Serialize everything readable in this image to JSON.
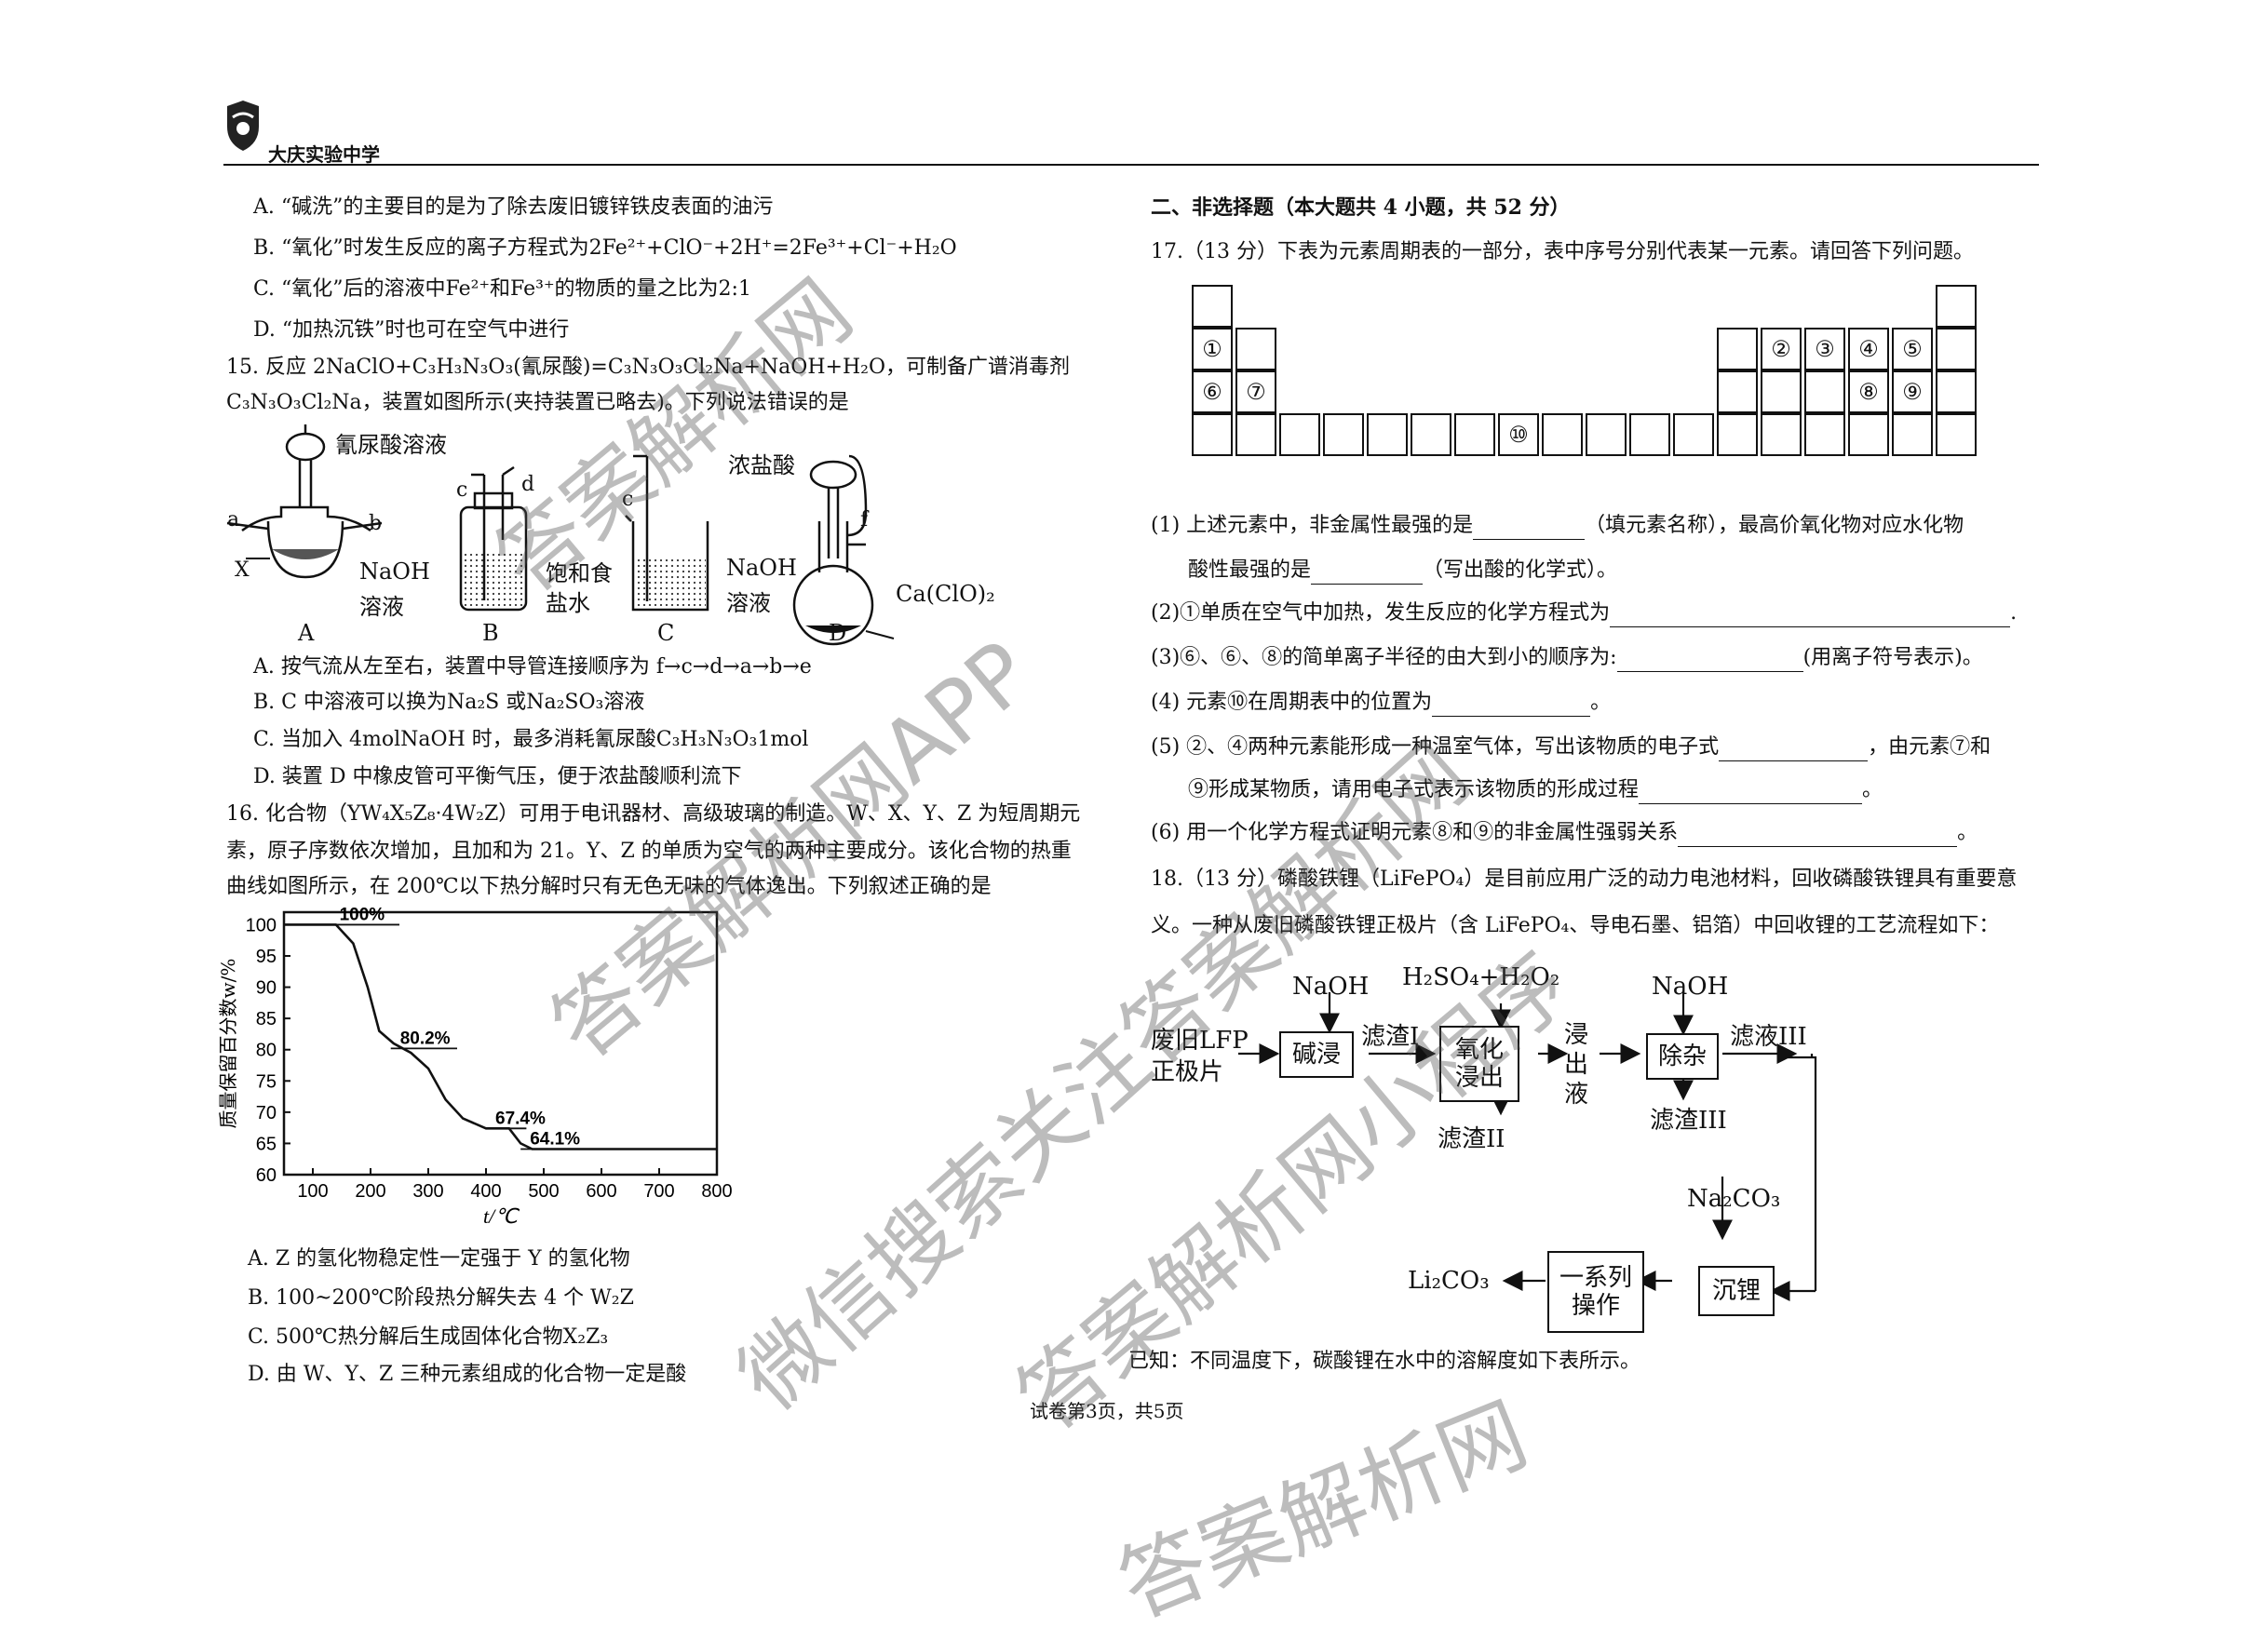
{
  "header": {
    "school": "大庆实验中学"
  },
  "left": {
    "q14_options": [
      "A. “碱洗”的主要目的是为了除去废旧镀锌铁皮表面的油污",
      "B. “氧化”时发生反应的离子方程式为2Fe²⁺+ClO⁻+2H⁺=2Fe³⁺+Cl⁻+H₂O",
      "C. “氧化”后的溶液中Fe²⁺和Fe³⁺的物质的量之比为2:1",
      "D. “加热沉铁”时也可在空气中进行"
    ],
    "q15_stem_1": "15. 反应 2NaClO+C₃H₃N₃O₃(氰尿酸)=C₃N₃O₃Cl₂Na+NaOH+H₂O，可制备广谱消毒剂",
    "q15_stem_2": "C₃N₃O₃Cl₂Na，装置如图所示(夹持装置已略去)。下列说法错误的是",
    "apparatus": {
      "A_label": "A",
      "B_label": "B",
      "C_label": "C",
      "D_label": "D",
      "cyan": "氰尿酸溶液",
      "naoh1": "NaOH",
      "naoh1b": "溶液",
      "a": "a",
      "b": "b",
      "x": "X",
      "c1": "c",
      "d1": "d",
      "brine1": "饱和食",
      "brine2": "盐水",
      "c2": "c",
      "naoh2": "NaOH",
      "naoh2b": "溶液",
      "hcl": "浓盐酸",
      "f": "f",
      "caclo": "Ca(ClO)₂"
    },
    "q15_options": [
      "A. 按气流从左至右，装置中导管连接顺序为 f→c→d→a→b→e",
      "B. C 中溶液可以换为Na₂S 或Na₂SO₃溶液",
      "C. 当加入 4molNaOH 时，最多消耗氰尿酸C₃H₃N₃O₃1mol",
      "D. 装置 D 中橡皮管可平衡气压，便于浓盐酸顺利流下"
    ],
    "q16_stem_1": "16. 化合物（YW₄X₅Z₈·4W₂Z）可用于电讯器材、高级玻璃的制造。W、X、Y、Z 为短周期元",
    "q16_stem_2": "素，原子序数依次增加，且加和为 21。Y、Z 的单质为空气的两种主要成分。该化合物的热重",
    "q16_stem_3": "曲线如图所示，在 200℃以下热分解时只有无色无味的气体逸出。下列叙述正确的是",
    "q16_options": [
      "A. Z 的氢化物稳定性一定强于 Y 的氢化物",
      "B. 100~200℃阶段热分解失去 4 个 W₂Z",
      "C. 500℃热分解后生成固体化合物X₂Z₃",
      "D. 由 W、Y、Z 三种元素组成的化合物一定是酸"
    ]
  },
  "chart_data": {
    "type": "line",
    "xlabel": "t/℃",
    "ylabel": "质量保留百分数w/%",
    "xlim": [
      50,
      800
    ],
    "ylim": [
      60,
      102
    ],
    "xticks": [
      100,
      200,
      300,
      400,
      500,
      600,
      700,
      800
    ],
    "yticks": [
      60,
      65,
      70,
      75,
      80,
      85,
      90,
      95,
      100
    ],
    "x": [
      50,
      140,
      170,
      195,
      215,
      240,
      270,
      300,
      330,
      360,
      400,
      440,
      460,
      480,
      600,
      800
    ],
    "y": [
      100,
      100,
      97,
      90,
      83,
      81,
      79.5,
      77,
      72,
      69,
      67.4,
      67.4,
      65,
      64.1,
      64.1,
      64.1
    ],
    "annotations": [
      "100%",
      "80.2%",
      "67.4%",
      "64.1%"
    ]
  },
  "right": {
    "section": "二、非选择题（本大题共 4 小题，共 52 分）",
    "q17_stem": "17.（13 分）下表为元素周期表的一部分，表中序号分别代表某一元素。请回答下列问题。",
    "marks": {
      "m1": "①",
      "m2": "②",
      "m3": "③",
      "m4": "④",
      "m5": "⑤",
      "m6": "⑥",
      "m7": "⑦",
      "m8": "⑧",
      "m9": "⑨",
      "m10": "⑩"
    },
    "q17_1a": "(1) 上述元素中，非金属性最强的是",
    "q17_1b": "（填元素名称），最高价氧化物对应水化物",
    "q17_1c": "酸性最强的是",
    "q17_1d": "（写出酸的化学式）。",
    "q17_2": "(2)①单质在空气中加热，发生反应的化学方程式为",
    "q17_3a": "(3)⑥、⑥、⑧的简单离子半径的由大到小的顺序为:",
    "q17_3b": "(用离子符号表示)。",
    "q17_4": "(4) 元素⑩在周期表中的位置为",
    "q17_5a": "(5) ②、④两种元素能形成一种温室气体，写出该物质的电子式",
    "q17_5b": "，由元素⑦和",
    "q17_5c": "⑨形成某物质，请用电子式表示该物质的形成过程",
    "q17_6": "(6) 用一个化学方程式证明元素⑧和⑨的非金属性强弱关系",
    "q18_1": "18.（13 分）磷酸铁锂（LiFePO₄）是目前应用广泛的动力电池材料，回收磷酸铁锂具有重要意",
    "q18_2": "义。一种从废旧磷酸铁锂正极片（含 LiFePO₄、导电石墨、铝箔）中回收锂的工艺流程如下：",
    "flow": {
      "naoh1": "NaOH",
      "h2so4": "H₂SO₄+H₂O₂",
      "naoh2": "NaOH",
      "src1": "废旧LFP",
      "src2": "正极片",
      "jianjin": "碱浸",
      "lz1": "滤渣I",
      "oxi1": "氧化",
      "oxi2": "浸出",
      "jc1": "浸",
      "jc2": "出",
      "jc3": "液",
      "chuza": "除杂",
      "ly3": "滤液III",
      "lz2": "滤渣II",
      "lz3": "滤渣III",
      "na2co3": "Na₂CO₃",
      "chenli": "沉锂",
      "series1": "一系列",
      "series2": "操作",
      "li2co3": "Li₂CO₃"
    },
    "known": "已知：不同温度下，碳酸锂在水中的溶解度如下表所示。"
  },
  "footer": {
    "page": "试卷第3页，共5页"
  },
  "watermarks": [
    "答案解析网",
    "答案解析网APP",
    "微信搜索关注答案解析网",
    "答案解析网小程序",
    "答案解析网"
  ]
}
